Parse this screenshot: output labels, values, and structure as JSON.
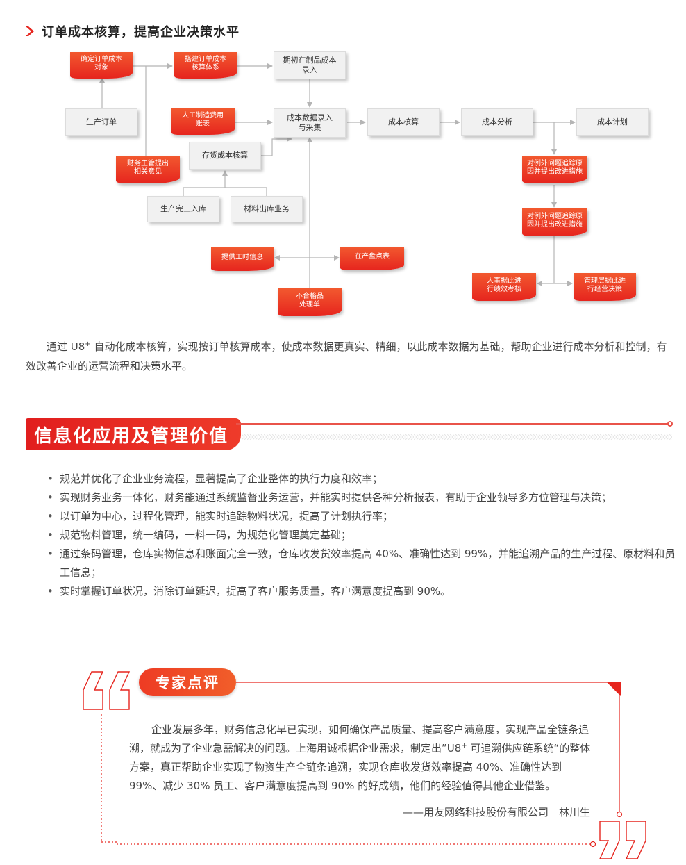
{
  "section1": {
    "title": "订单成本核算，提高企业决策水平"
  },
  "flow": {
    "queding": "确定订单成本\n对象",
    "dajian": "搭建订单成本\n核算体系",
    "qichu": "期初在制品成本\n录入",
    "shengchan_dingdan": "生产订单",
    "rengong": "人工制造费用\n账表",
    "chengben_luru": "成本数据录入\n与采集",
    "chengben_hesuan": "成本核算",
    "chengben_fenxi": "成本分析",
    "chengben_jihua": "成本计划",
    "caiwu": "财务主管提出\n相关意见",
    "cunhuo": "存货成本核算",
    "duili1": "对例外问题追踪原\n因并提出改进措施",
    "duili2": "对例外问题追踪原\n因并提出改进措施",
    "wangong": "生产完工入库",
    "cailiao": "材料出库业务",
    "gongshi": "提供工时信息",
    "zaichan": "在产盘点表",
    "buhege": "不合格品\n处理单",
    "renshi": "人事据此进\n行绩效考核",
    "guanli": "管理层据此进\n行经营决策"
  },
  "para1": {
    "pre": "通过 U8",
    "sup": "+",
    "post": " 自动化成本核算，实现按订单核算成本，使成本数据更真实、精细，以此成本数据为基础，帮助企业进行成本分析和控制，有效改善企业的运营流程和决策水平。"
  },
  "section2": {
    "title": "信息化应用及管理价值",
    "items": [
      "规范并优化了企业业务流程，显著提高了企业整体的执行力度和效率；",
      "实现财务业务一体化，财务能通过系统监督业务运营，并能实时提供各种分析报表，有助于企业领导多方位管理与决策；",
      "以订单为中心，过程化管理，能实时追踪物料状况，提高了计划执行率；",
      "规范物料管理，统一编码，一料一码，为规范化管理奠定基础；",
      "通过条码管理，仓库实物信息和账面完全一致，仓库收发货效率提高 40%、准确性达到 99%，并能追溯产品的生产过程、原材料和员工信息；",
      "实时掌握订单状况，消除订单延迟，提高了客户服务质量，客户满意度提高到 90%。"
    ]
  },
  "review": {
    "label": "专家点评",
    "pre": "企业发展多年，财务信息化早已实现，如何确保产品质量、提高客户满意度，实现产品全链条追溯，就成为了企业急需解决的问题。上海用诚根据企业需求，制定出”U8",
    "sup": "+",
    "post": " 可追溯供应链系统“的整体方案，真正帮助企业实现了物资生产全链条追溯，实现仓库收发货效率提高 40%、准确性达到 99%、减少 30% 员工、客户满意度提高到 90% 的好成绩，他们的经验值得其他企业借鉴。",
    "signature": "——用友网络科技股份有限公司　林川生"
  },
  "colors": {
    "accent_red": "#e6251e",
    "line_gray": "#b5b5b5",
    "box_gray": "#f1f1f1"
  }
}
